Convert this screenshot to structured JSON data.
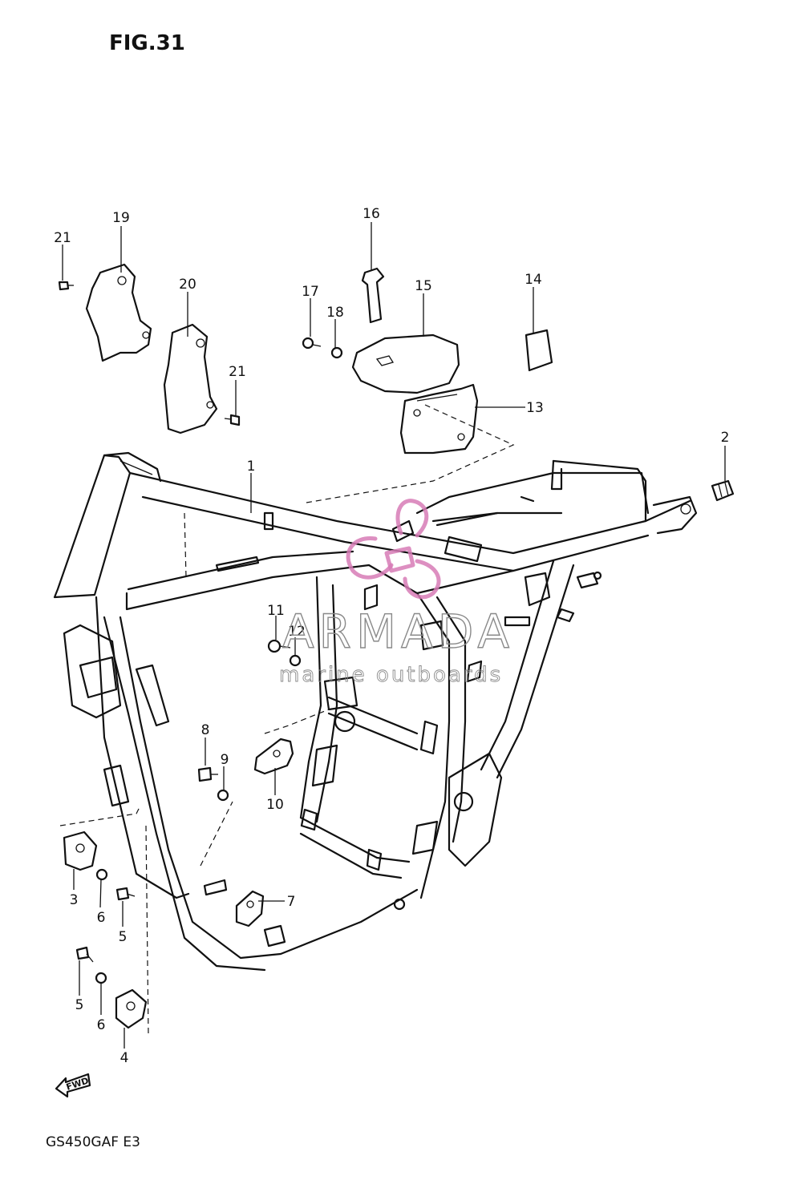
{
  "figure": {
    "title": "FIG.31",
    "model_code": "GS450GAF  E3",
    "direction_label": "FWD"
  },
  "watermark": {
    "brand": "ARMADA",
    "tagline": "marine outboards",
    "color": "#d77bb6"
  },
  "callouts": [
    {
      "id": "c1",
      "label": "1"
    },
    {
      "id": "c2",
      "label": "2"
    },
    {
      "id": "c3",
      "label": "3"
    },
    {
      "id": "c4",
      "label": "4"
    },
    {
      "id": "c5a",
      "label": "5"
    },
    {
      "id": "c5b",
      "label": "5"
    },
    {
      "id": "c6a",
      "label": "6"
    },
    {
      "id": "c6b",
      "label": "6"
    },
    {
      "id": "c7",
      "label": "7"
    },
    {
      "id": "c8",
      "label": "8"
    },
    {
      "id": "c9",
      "label": "9"
    },
    {
      "id": "c10",
      "label": "10"
    },
    {
      "id": "c11",
      "label": "11"
    },
    {
      "id": "c12",
      "label": "12"
    },
    {
      "id": "c13",
      "label": "13"
    },
    {
      "id": "c14",
      "label": "14"
    },
    {
      "id": "c15",
      "label": "15"
    },
    {
      "id": "c16",
      "label": "16"
    },
    {
      "id": "c17",
      "label": "17"
    },
    {
      "id": "c18",
      "label": "18"
    },
    {
      "id": "c19",
      "label": "19"
    },
    {
      "id": "c20",
      "label": "20"
    },
    {
      "id": "c21a",
      "label": "21"
    },
    {
      "id": "c21b",
      "label": "21"
    }
  ]
}
